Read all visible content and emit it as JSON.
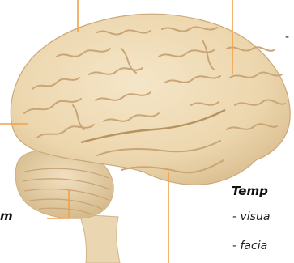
{
  "labels": {
    "left_lobe_suffix": "m",
    "right_top_dash": "-",
    "temporal_heading": "Temp",
    "temporal_items": [
      "- visua",
      "- facia"
    ]
  },
  "colors": {
    "brain_fill": "#efdcb8",
    "brain_shadow": "#d8bf95",
    "brain_outline": "#c9a97a",
    "cerebellum_fill": "#e8d3ad",
    "stem_fill": "#ead7b2",
    "pointer_line": "#f0a24a"
  }
}
